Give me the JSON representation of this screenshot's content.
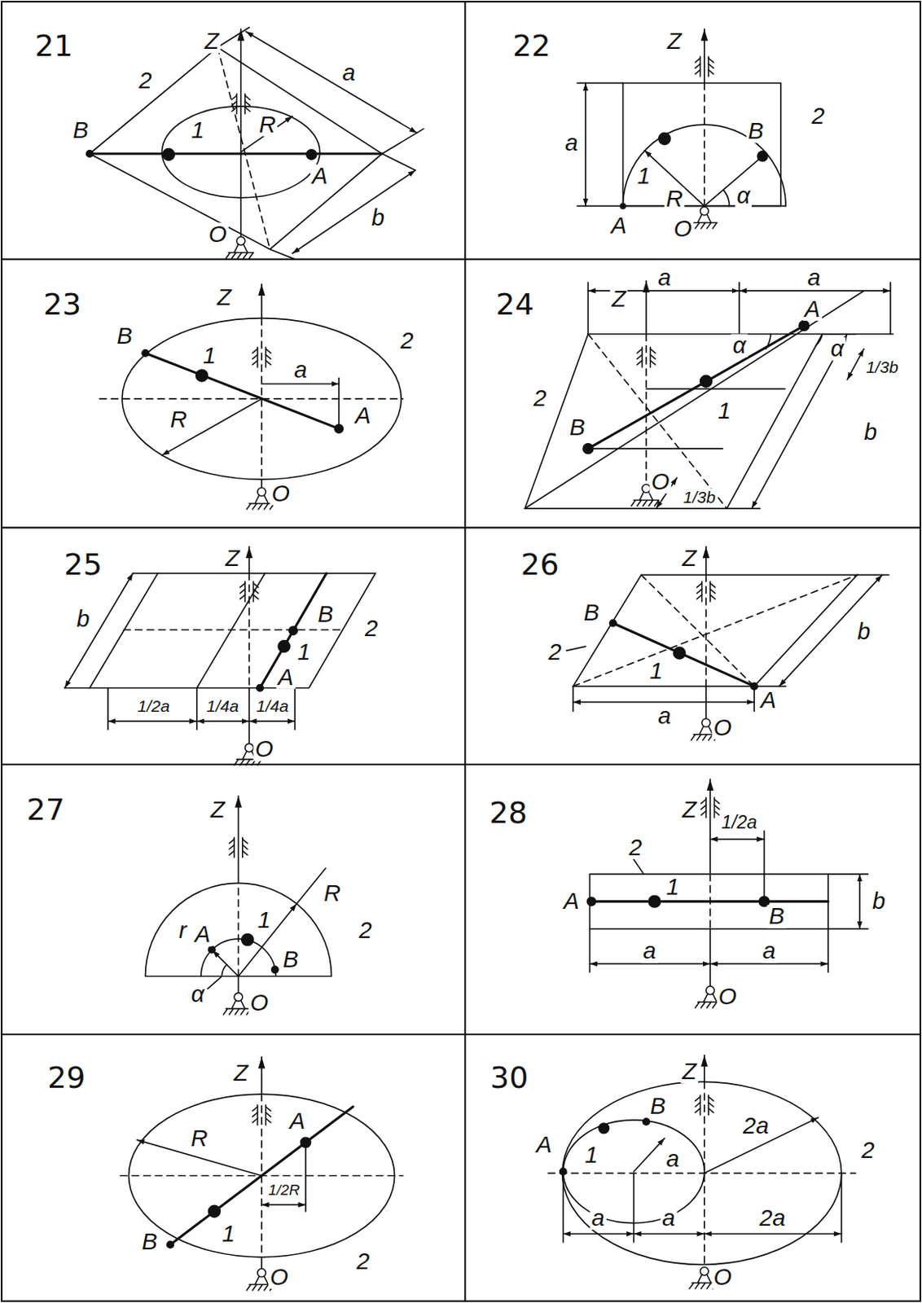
{
  "diagram": {
    "labels": [
      "21",
      "Z",
      "a",
      "2",
      "B",
      "1",
      "R",
      "A",
      "b",
      "O",
      "22",
      "Z",
      "a",
      "B",
      "2",
      "1",
      "R",
      "α",
      "A",
      "O",
      "23",
      "Z",
      "B",
      "1",
      "a",
      "2",
      "R",
      "A",
      "O",
      "24",
      "Z",
      "a",
      "a",
      "A",
      "α",
      "α",
      "1/3b",
      "2",
      "B",
      "1",
      "b",
      "O",
      "1/3b",
      "25",
      "Z",
      "b",
      "B",
      "2",
      "1",
      "A",
      "1/2a",
      "1/4a",
      "1/4a",
      "O",
      "26",
      "Z",
      "B",
      "b",
      "2",
      "1",
      "a",
      "A",
      "O",
      "27",
      "Z",
      "R",
      "1",
      "r",
      "A",
      "2",
      "B",
      "α",
      "O",
      "28",
      "Z",
      "1/2a",
      "2",
      "A",
      "1",
      "B",
      "b",
      "a",
      "a",
      "O",
      "29",
      "Z",
      "A",
      "R",
      "1/2R",
      "B",
      "1",
      "2",
      "O",
      "30",
      "Z",
      "B",
      "A",
      "a",
      "2a",
      "2",
      "1",
      "a",
      "a",
      "2a",
      "O"
    ]
  }
}
